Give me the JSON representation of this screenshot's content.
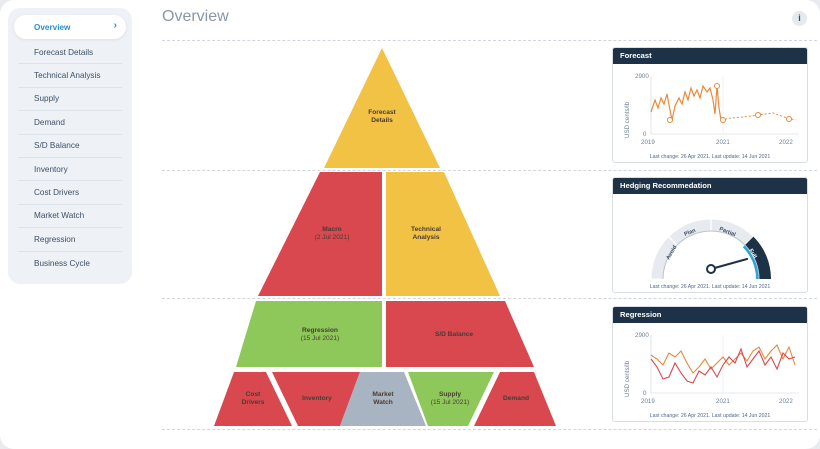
{
  "sidebar": {
    "items": [
      {
        "label": "Overview",
        "active": true
      },
      {
        "label": "Forecast Details"
      },
      {
        "label": "Technical Analysis"
      },
      {
        "label": "Supply"
      },
      {
        "label": "Demand"
      },
      {
        "label": "S/D Balance"
      },
      {
        "label": "Inventory"
      },
      {
        "label": "Cost Drivers"
      },
      {
        "label": "Market Watch"
      },
      {
        "label": "Regression"
      },
      {
        "label": "Business Cycle"
      }
    ]
  },
  "header": {
    "title": "Overview",
    "info_label": "i"
  },
  "pyramid": {
    "forecast": {
      "title": "Forecast",
      "title2": "Details",
      "color": "#f2c244"
    },
    "macro": {
      "title": "Macro",
      "date": "(2 Jul 2021)",
      "color": "#d9474f"
    },
    "technical": {
      "title": "Technical",
      "title2": "Analysis",
      "color": "#f2c244"
    },
    "regression": {
      "title": "Regression",
      "date": "(15 Jul 2021)",
      "color": "#8fc85a"
    },
    "sd_balance": {
      "title": "S/D Balance",
      "color": "#d9474f"
    },
    "cost_drivers": {
      "title": "Cost",
      "title2": "Drivers",
      "color": "#d9474f"
    },
    "inventory": {
      "title": "Inventory",
      "color": "#d9474f"
    },
    "market_watch": {
      "title": "Market",
      "title2": "Watch",
      "color": "#a9b4c2"
    },
    "supply": {
      "title": "Supply",
      "date": "(15 Jul 2021)",
      "color": "#8fc85a"
    },
    "demand": {
      "title": "Demand",
      "color": "#d9474f"
    }
  },
  "cards": {
    "forecast": {
      "title": "Forecast",
      "ylabel": "USD cents/lb",
      "y_ticks": [
        "2900",
        "0"
      ],
      "x_ticks": [
        "2019",
        "2021",
        "2022"
      ],
      "footer": "Last change: 26 Apr 2021.  Last update: 14 Jun 2021",
      "line_color": "#e8893a"
    },
    "hedging": {
      "title": "Hedging Recommedation",
      "labels": [
        "Avoid",
        "Plan",
        "Partial",
        "Full"
      ],
      "footer": "Last change: 26 Apr 2021.  Last update: 14 Jun 2021",
      "dark_color": "#1e3247",
      "accent_color": "#2aa7d8"
    },
    "regression": {
      "title": "Regression",
      "ylabel": "USD cents/lb",
      "y_ticks": [
        "2900",
        "0"
      ],
      "x_ticks": [
        "2019",
        "2021",
        "2022"
      ],
      "footer": "Last change: 26 Apr 2021.  Last update: 14 Jun 2021",
      "series_colors": [
        "#e8893a",
        "#d9474f"
      ]
    }
  }
}
